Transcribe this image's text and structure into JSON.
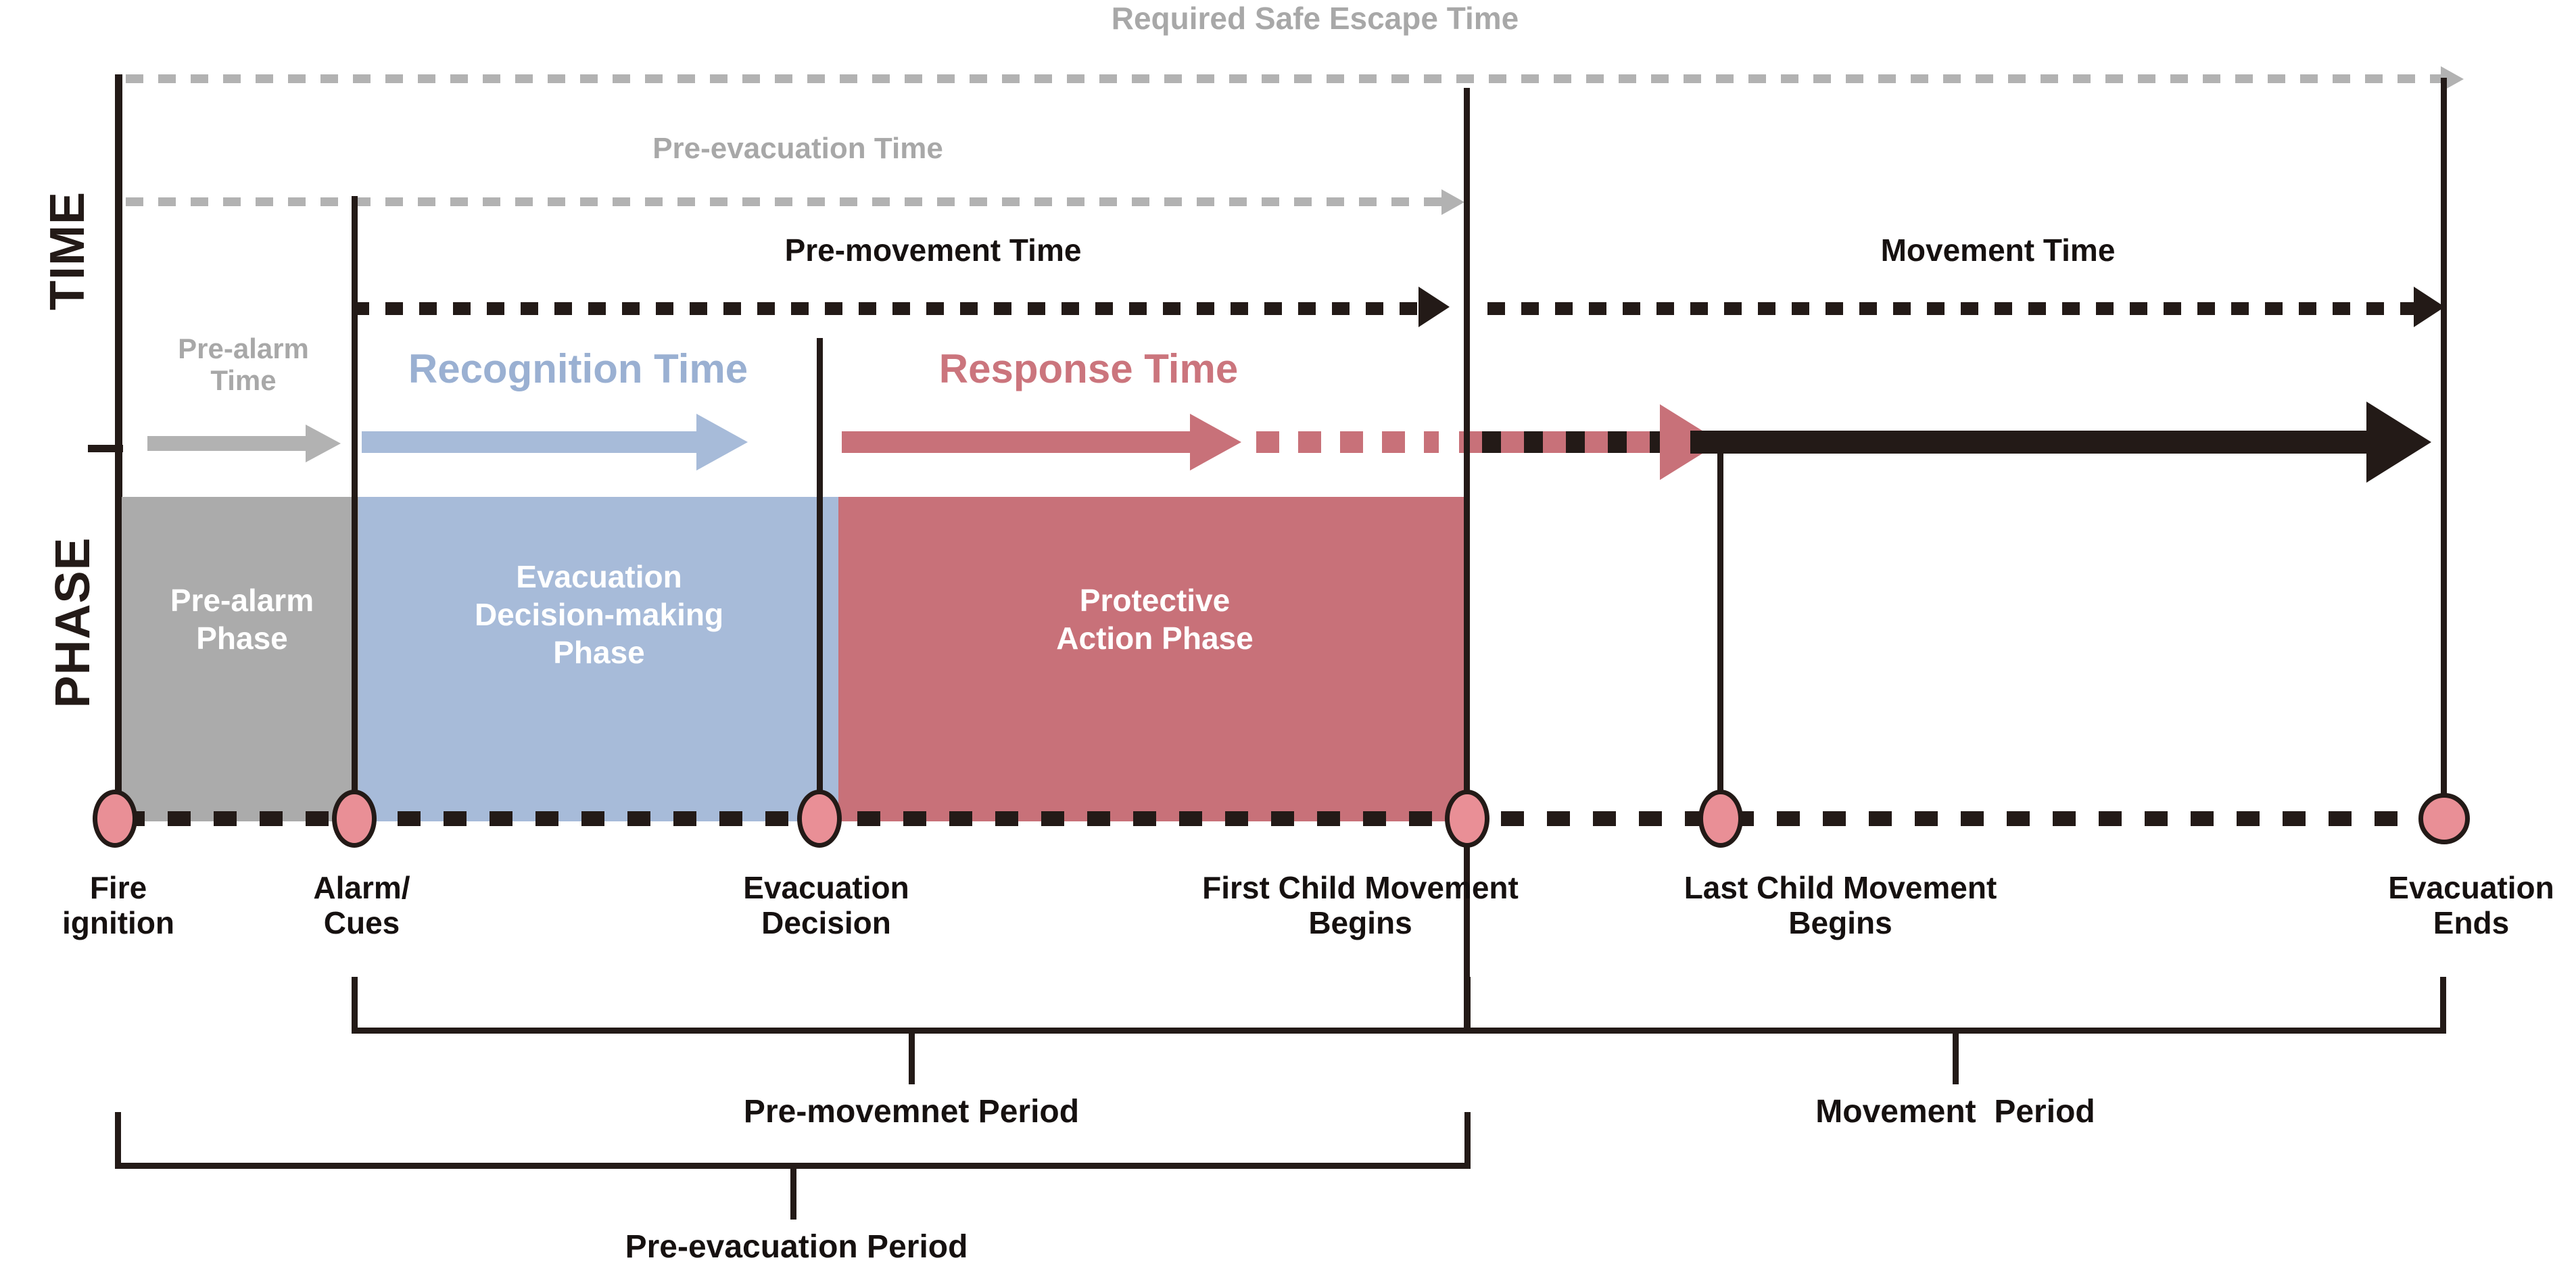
{
  "diagram": {
    "title": "Required Safe Escape Time",
    "axis": {
      "time_label": "TIME",
      "phase_label": "PHASE"
    },
    "colors": {
      "gray": "#ababab",
      "blue": "#a7bbd9",
      "red": "#c87179",
      "node_fill": "#e98f96",
      "ink": "#231a17",
      "muted": "#ababab"
    },
    "time_bars": [
      {
        "key": "rset",
        "label": "Required Safe Escape Time",
        "style": "dashed-gray",
        "from": "fire_ignition",
        "to": "evacuation_ends"
      },
      {
        "key": "preevac",
        "label": "Pre-evacuation Time",
        "style": "dashed-gray",
        "from": "fire_ignition",
        "to": "first_child_movement"
      },
      {
        "key": "premovement",
        "label": "Pre-movement Time",
        "style": "dashed-black",
        "from": "alarm_cues",
        "to": "first_child_movement"
      },
      {
        "key": "movement",
        "label": "Movement Time",
        "style": "dashed-black",
        "from": "first_child_movement",
        "to": "evacuation_ends"
      }
    ],
    "sub_times": [
      {
        "key": "prealarm",
        "label": "Pre-alarm\nTime",
        "color": "#ababab",
        "from": "fire_ignition",
        "to": "alarm_cues"
      },
      {
        "key": "recognition",
        "label": "Recognition Time",
        "color": "#a7bbd9",
        "from": "alarm_cues",
        "to": "evacuation_decision"
      },
      {
        "key": "response",
        "label": "Response Time",
        "color": "#c87179",
        "from": "evacuation_decision",
        "to": "last_child_movement"
      },
      {
        "key": "travel",
        "label": "",
        "color": "#231a17",
        "from": "last_child_movement",
        "to": "evacuation_ends"
      }
    ],
    "phases": [
      {
        "key": "prealarm_phase",
        "label": "Pre-alarm\nPhase",
        "color": "#ababab",
        "from": "fire_ignition",
        "to": "alarm_cues"
      },
      {
        "key": "decision_phase",
        "label": "Evacuation\nDecision-making\nPhase",
        "color": "#a7bbd9",
        "from": "alarm_cues",
        "to": "evacuation_decision"
      },
      {
        "key": "action_phase",
        "label": "Protective\nAction Phase",
        "color": "#c87179",
        "from": "evacuation_decision",
        "to": "first_child_movement"
      }
    ],
    "events": [
      {
        "key": "fire_ignition",
        "label": "Fire\nignition"
      },
      {
        "key": "alarm_cues",
        "label": "Alarm/\nCues"
      },
      {
        "key": "evacuation_decision",
        "label": "Evacuation\nDecision"
      },
      {
        "key": "first_child_movement",
        "label": "First Child Movement\nBegins"
      },
      {
        "key": "last_child_movement",
        "label": "Last Child Movement\nBegins"
      },
      {
        "key": "evacuation_ends",
        "label": "Evacuation\nEnds"
      }
    ],
    "periods": [
      {
        "key": "premovement_period",
        "label": "Pre-movemnet Period",
        "from": "alarm_cues",
        "to": "first_child_movement"
      },
      {
        "key": "movement_period",
        "label": "Movement  Period",
        "from": "first_child_movement",
        "to": "evacuation_ends"
      },
      {
        "key": "preevacuation_period",
        "label": "Pre-evacuation Period",
        "from": "fire_ignition",
        "to": "first_child_movement"
      }
    ]
  }
}
